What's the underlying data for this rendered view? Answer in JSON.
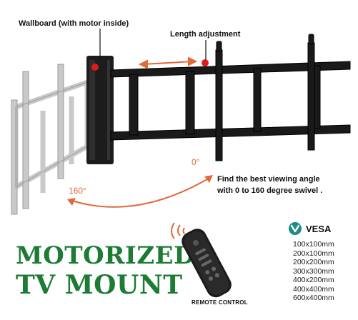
{
  "callouts": {
    "wallboard": "Wallboard (with motor inside)",
    "length_adjustment": "Length adjustment"
  },
  "angles": {
    "start": "0°",
    "end": "160°"
  },
  "note": {
    "line1": "Find the best viewing angle",
    "line2": "with 0 to 160 degree swivel ."
  },
  "title": {
    "line1": "MOTORIZED",
    "line2": "TV MOUNT"
  },
  "remote": {
    "caption": "REMOTE CONTROL"
  },
  "vesa": {
    "label": "VESA",
    "sizes": [
      "100x100mm",
      "200x100mm",
      "200x200mm",
      "300x300mm",
      "400x200mm",
      "400x400mm",
      "600x400mm"
    ]
  },
  "colors": {
    "title_green": "#1d7b34",
    "arrow_orange": "#e06a3a",
    "vesa_teal": "#1f8a8a",
    "indicator_red": "#e01b1b"
  }
}
